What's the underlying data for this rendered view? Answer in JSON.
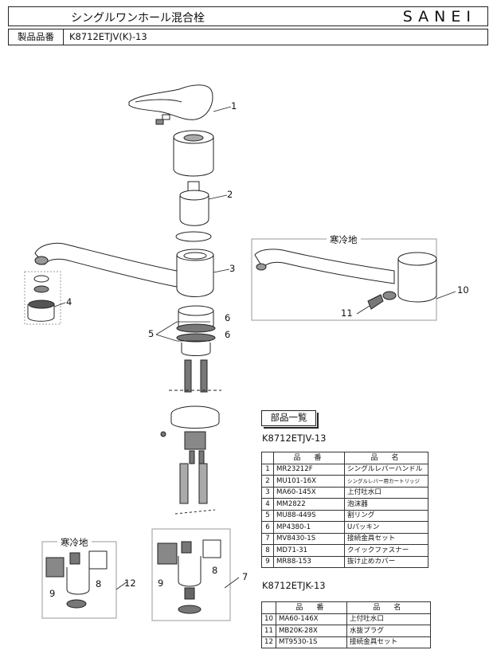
{
  "header": {
    "title": "シングルワンホール混合栓",
    "brand": "SANEI"
  },
  "product": {
    "label": "製品品番",
    "value": "K8712ETJV(K)-13"
  },
  "diagram": {
    "callouts": [
      "1",
      "2",
      "3",
      "4",
      "5",
      "6",
      "6",
      "10",
      "11",
      "12",
      "9",
      "8",
      "9",
      "8",
      "7"
    ],
    "cold_region_label": "寒冷地",
    "cold_region_label_2": "寒冷地"
  },
  "parts_list_button": "部品一覧",
  "table1": {
    "title": "K8712ETJV-13",
    "header_code": "品　番",
    "header_name": "品　名",
    "rows": [
      {
        "no": "1",
        "code": "MR23212F",
        "name": "シングルレバーハンドル"
      },
      {
        "no": "2",
        "code": "MU101-16X",
        "name": "シングルレバー用カートリッジ"
      },
      {
        "no": "3",
        "code": "MA60-145X",
        "name": "上付吐水口"
      },
      {
        "no": "4",
        "code": "MM2822",
        "name": "泡沫器"
      },
      {
        "no": "5",
        "code": "MU88-449S",
        "name": "割リング"
      },
      {
        "no": "6",
        "code": "MP4380-1",
        "name": "Uパッキン"
      },
      {
        "no": "7",
        "code": "MV8430-1S",
        "name": "接続金具セット"
      },
      {
        "no": "8",
        "code": "MD71-31",
        "name": "クイックファスナー"
      },
      {
        "no": "9",
        "code": "MR88-153",
        "name": "抜け止めカバー"
      }
    ]
  },
  "table2": {
    "title": "K8712ETJK-13",
    "header_code": "品　番",
    "header_name": "品　名",
    "rows": [
      {
        "no": "10",
        "code": "MA60-146X",
        "name": "上付吐水口"
      },
      {
        "no": "11",
        "code": "MB20K-28X",
        "name": "水抜プラグ"
      },
      {
        "no": "12",
        "code": "MT9530-1S",
        "name": "接続金具セット"
      }
    ]
  },
  "colors": {
    "line": "#222222",
    "fill": "#ffffff",
    "shade": "#9a9a9a",
    "dark": "#444444"
  }
}
